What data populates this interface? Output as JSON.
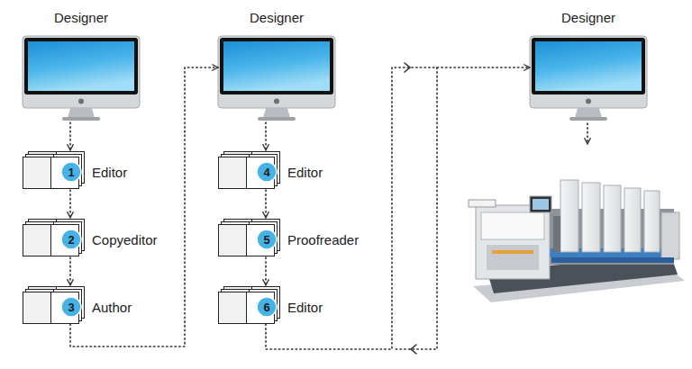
{
  "diagram": {
    "nodes": [
      {
        "text": [
          "Designer"
        ]
      },
      {
        "text": [
          "Editor"
        ]
      },
      {
        "text": [
          "1"
        ],
        "in": 1
      },
      {
        "text": [
          "Copyeditor"
        ]
      },
      {
        "text": [
          "2"
        ],
        "in": 3
      },
      {
        "text": [
          "Author"
        ]
      },
      {
        "text": [
          "3"
        ],
        "in": 5
      },
      {
        "text": [
          "Designer"
        ]
      },
      {
        "text": [
          "Editor"
        ]
      },
      {
        "text": [
          "4"
        ],
        "in": 8
      },
      {
        "text": [
          "Proofreader"
        ]
      },
      {
        "text": [
          "5"
        ],
        "in": 10
      },
      {
        "text": [
          "Editor"
        ]
      },
      {
        "text": [
          "6"
        ],
        "in": 12
      },
      {
        "text": [
          "Designer"
        ]
      }
    ],
    "edges": [
      {
        "from": 0,
        "to": 1,
        "arrow": "to"
      },
      {
        "from": 1,
        "to": 3,
        "arrow": "to"
      },
      {
        "from": 3,
        "to": 5,
        "arrow": "to"
      },
      {
        "from": 5,
        "to": 7,
        "arrow": "to"
      },
      {
        "from": 7,
        "to": 8,
        "arrow": "to"
      },
      {
        "from": 8,
        "to": 10,
        "arrow": "to"
      },
      {
        "from": 10,
        "to": 12,
        "arrow": "to"
      },
      {
        "from": 12,
        "to": 14,
        "arrow": "to"
      }
    ]
  }
}
